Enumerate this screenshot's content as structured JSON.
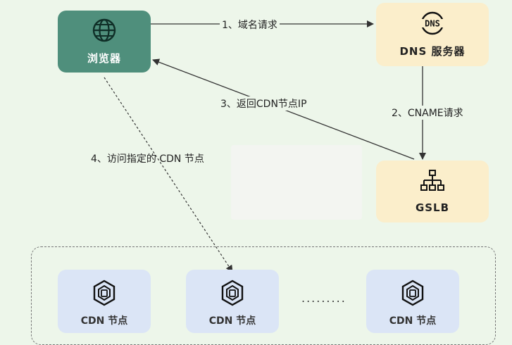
{
  "nodes": {
    "browser": {
      "label": "浏览器",
      "icon": "globe-icon",
      "color": "#4f8f7c"
    },
    "dns": {
      "label": "DNS 服务器",
      "icon": "dns-icon",
      "icon_text": "DNS",
      "color": "#fbeecb"
    },
    "gslb": {
      "label": "GSLB",
      "icon": "network-tree-icon",
      "color": "#fbeecb"
    }
  },
  "edges": {
    "e1": "1、域名请求",
    "e2": "2、CNAME请求",
    "e3": "3、返回CDN节点IP",
    "e4": "4、访问指定的 CDN 节点"
  },
  "cdn_cluster": {
    "nodes": [
      {
        "label": "CDN 节点",
        "icon": "cdn-hexagon-icon"
      },
      {
        "label": "CDN 节点",
        "icon": "cdn-hexagon-icon"
      },
      {
        "label": "CDN 节点",
        "icon": "cdn-hexagon-icon"
      }
    ],
    "ellipsis": ".........",
    "color": "#dbe5f6"
  }
}
